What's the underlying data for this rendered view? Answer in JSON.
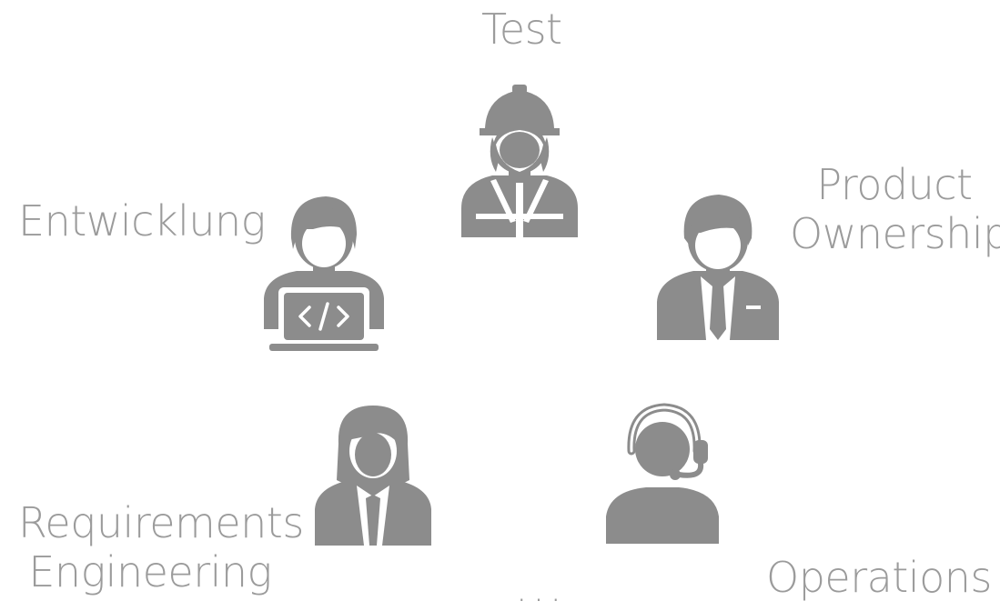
{
  "roles": {
    "test": {
      "label": "Test",
      "icon": "construction-worker-icon"
    },
    "development": {
      "label": "Entwicklung",
      "icon": "developer-laptop-icon"
    },
    "product_ownership": {
      "label_line1": "Product",
      "label_line2": "Ownership",
      "icon": "businessman-tie-icon"
    },
    "requirements_engineering": {
      "label_line1": "Requirements",
      "label_line2": "Engineering",
      "icon": "businesswoman-icon"
    },
    "operations": {
      "label": "Operations",
      "icon": "headset-operator-icon"
    }
  },
  "ellipsis": "...",
  "colors": {
    "text": "#9b9b9b",
    "icon": "#8c8c8c",
    "icon_detail": "#ffffff"
  }
}
